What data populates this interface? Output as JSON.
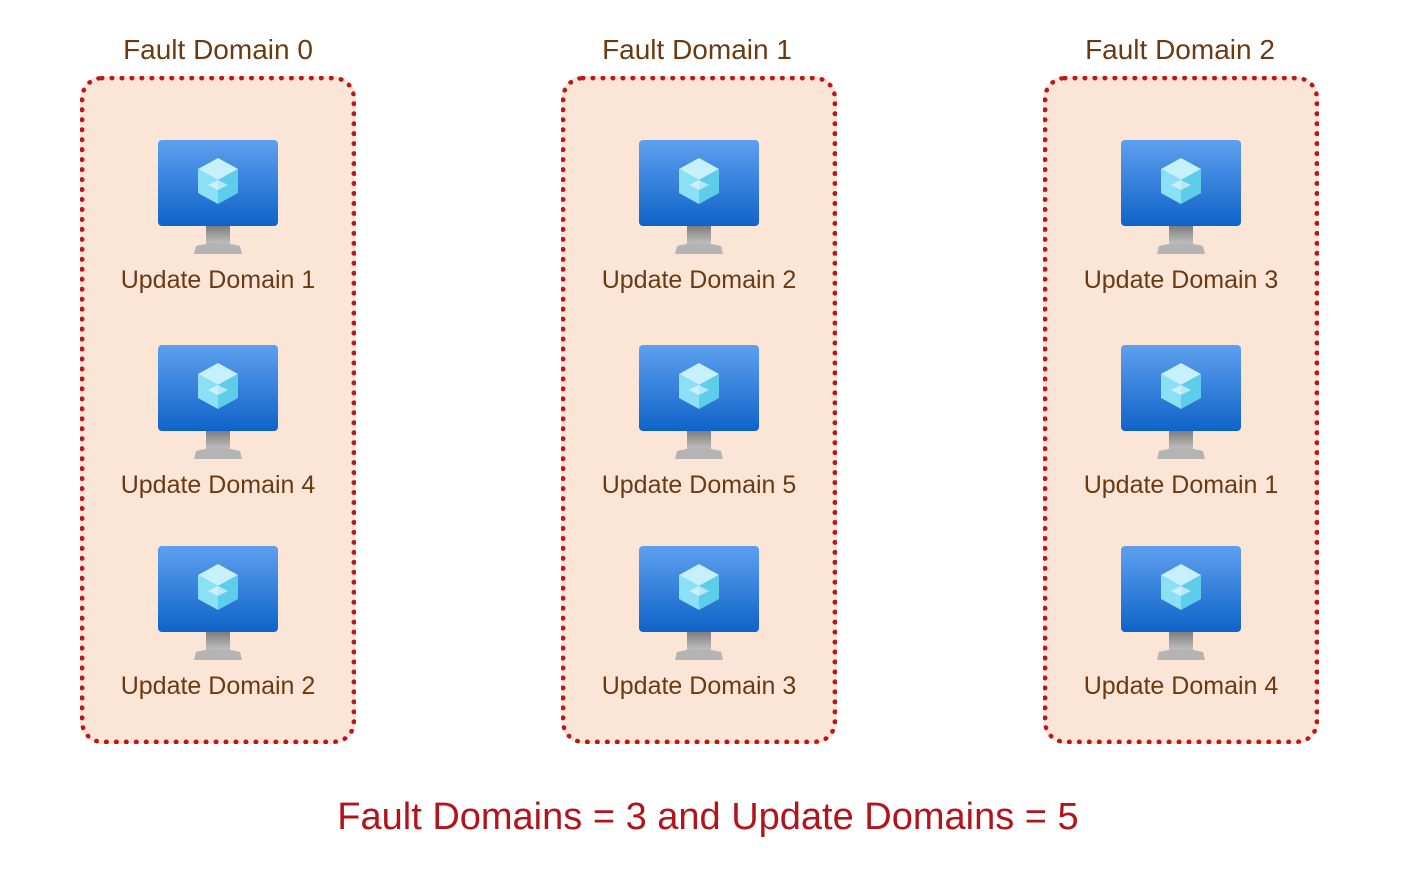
{
  "icons": {
    "vm": "virtual-machine-icon"
  },
  "colors": {
    "box_fill": "#fbe5d6",
    "box_border": "#c0141b",
    "label_text": "#6b3a12",
    "caption_text": "#b3141b",
    "monitor_top": "#5ea0ef",
    "monitor_bottom": "#0f63c8",
    "stand": "#a9a9a9",
    "cube": "#7fdaf5"
  },
  "fault_domains": [
    {
      "title": "Fault Domain 0",
      "vms": [
        {
          "label": "Update Domain 1"
        },
        {
          "label": "Update Domain 4"
        },
        {
          "label": "Update Domain 2"
        }
      ]
    },
    {
      "title": "Fault Domain 1",
      "vms": [
        {
          "label": "Update Domain 2"
        },
        {
          "label": "Update Domain 5"
        },
        {
          "label": "Update Domain 3"
        }
      ]
    },
    {
      "title": "Fault Domain 2",
      "vms": [
        {
          "label": "Update Domain 3"
        },
        {
          "label": "Update Domain 1"
        },
        {
          "label": "Update Domain 4"
        }
      ]
    }
  ],
  "caption": "Fault Domains = 3 and Update Domains = 5"
}
